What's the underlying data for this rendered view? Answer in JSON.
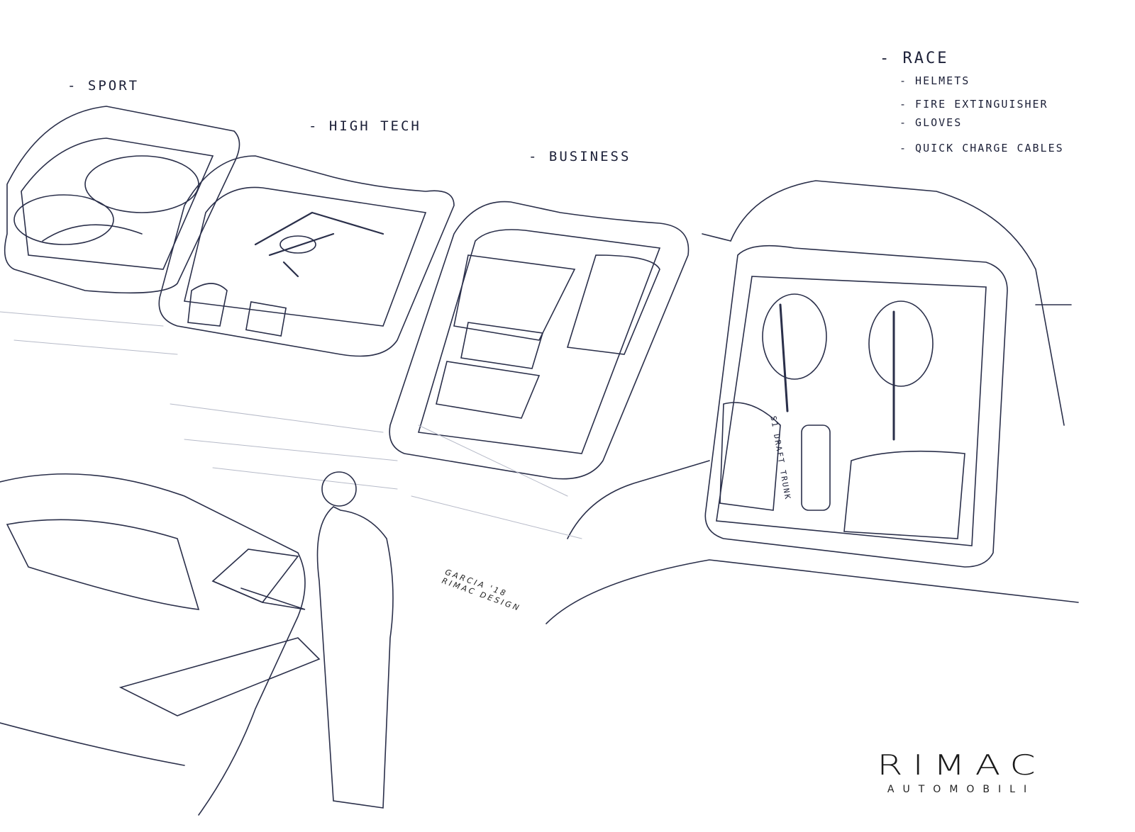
{
  "labels": {
    "sport": "- SPORT",
    "high_tech": "- HIGH TECH",
    "business": "- BUSINESS",
    "race": "- RACE",
    "race_items": [
      "- HELMETS",
      "- FIRE EXTINGUISHER",
      "- GLOVES",
      "- QUICK CHARGE CABLES"
    ]
  },
  "signature": {
    "text": "RIMAC DESIGN",
    "year": "'18",
    "name": "GARCIA"
  },
  "logo": {
    "word": "RIMAC",
    "sub": "AUTOMOBILI"
  },
  "trunk_tag": "S1 DRAFT TRUNK",
  "colors": {
    "ink": "#1f2440",
    "paper": "#ffffff"
  }
}
